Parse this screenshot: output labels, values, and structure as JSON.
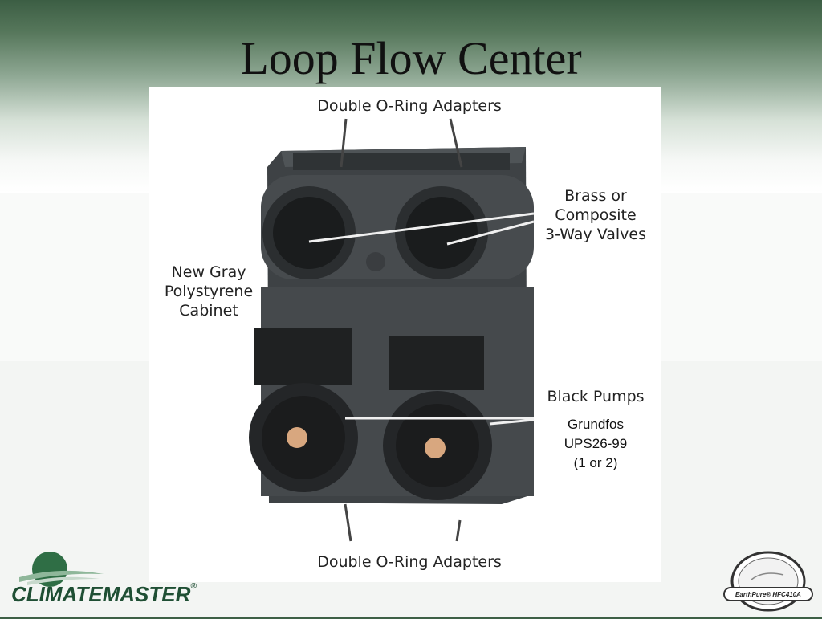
{
  "slide": {
    "title": "Loop Flow Center"
  },
  "labels": {
    "top_adapters": "Double O-Ring Adapters",
    "bottom_adapters": "Double O-Ring Adapters",
    "valves_line1": "Brass or",
    "valves_line2": "Composite",
    "valves_line3": "3-Way Valves",
    "cabinet_line1": "New Gray",
    "cabinet_line2": "Polystyrene",
    "cabinet_line3": "Cabinet",
    "pumps": "Black Pumps",
    "grundfos_line1": "Grundfos",
    "grundfos_line2": "UPS26-99",
    "grundfos_line3": "(1 or 2)"
  },
  "logo": {
    "brand": "CLIMATEMASTER",
    "registered": "®"
  },
  "badge": {
    "text": "EarthPure® HFC410A"
  },
  "colors": {
    "header_green": "#3c5e44",
    "brand_green": "#1f4f34",
    "cabinet_gray": "#3e4245"
  }
}
